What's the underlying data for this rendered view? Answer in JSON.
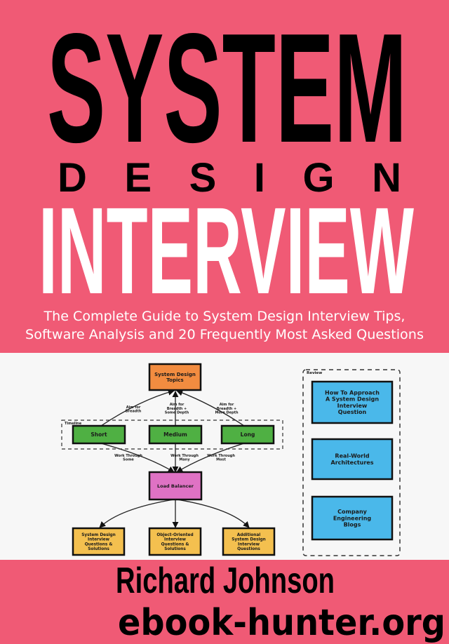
{
  "cover": {
    "title_line1": "SYSTEM",
    "title_line2": "DESIGN",
    "title_line3": "INTERVIEW",
    "subtitle_line1": "The Complete Guide to System Design Interview Tips,",
    "subtitle_line2": "Software Analysis and 20 Frequently Most Asked Questions",
    "author": "Richard Johnson",
    "watermark": "ebook-hunter.org"
  },
  "colors": {
    "background": "#f05a75",
    "panel": "#f7f7f7",
    "topic_box": "#f28c40",
    "timeline_box": "#4fb043",
    "load_balancer_box": "#df72c4",
    "question_box": "#f4c04f",
    "review_box": "#4ab8ea"
  },
  "diagram": {
    "topics": [
      "System Design",
      "Topics"
    ],
    "timeline_label": "Timeline",
    "timeline": [
      "Short",
      "Medium",
      "Long"
    ],
    "aim_labels": [
      [
        "Aim for",
        "Breadth"
      ],
      [
        "Aim for",
        "Breadth +",
        "Some Depth"
      ],
      [
        "Aim for",
        "Breadth +",
        "More Depth"
      ]
    ],
    "work_labels": [
      [
        "Work Through",
        "Some"
      ],
      [
        "Work Through",
        "Many"
      ],
      [
        "Work Through",
        "Most"
      ]
    ],
    "load_balancer": "Load Balancer",
    "questions": [
      [
        "System Design",
        "Interview",
        "Questions &",
        "Solutions"
      ],
      [
        "Object-Oriented",
        "Interview",
        "Questions &",
        "Solutions"
      ],
      [
        "Additional",
        "System Design",
        "Interview",
        "Questions"
      ]
    ],
    "review_label": "Review",
    "review": [
      [
        "How To Approach",
        "A System Design",
        "Interview",
        "Question"
      ],
      [
        "Real-World",
        "Architectures"
      ],
      [
        "Company",
        "Engineering",
        "Blogs"
      ]
    ]
  }
}
